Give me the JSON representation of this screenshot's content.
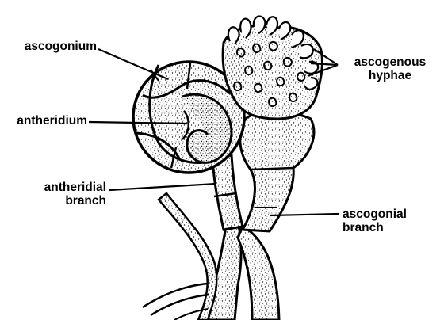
{
  "labels": {
    "ascogonium": "ascogonium",
    "antheridium": "antheridium",
    "antheridial_branch_line1": "antheridial",
    "antheridial_branch_line2": "branch",
    "ascogenous_hyphae_line1": "ascogenous",
    "ascogenous_hyphae_line2": "hyphae",
    "ascogonial_branch_line1": "ascogonial",
    "ascogonial_branch_line2": "branch"
  },
  "colors": {
    "ink": "#000000",
    "paper": "#ffffff",
    "stipple": "#1a1a1a"
  }
}
